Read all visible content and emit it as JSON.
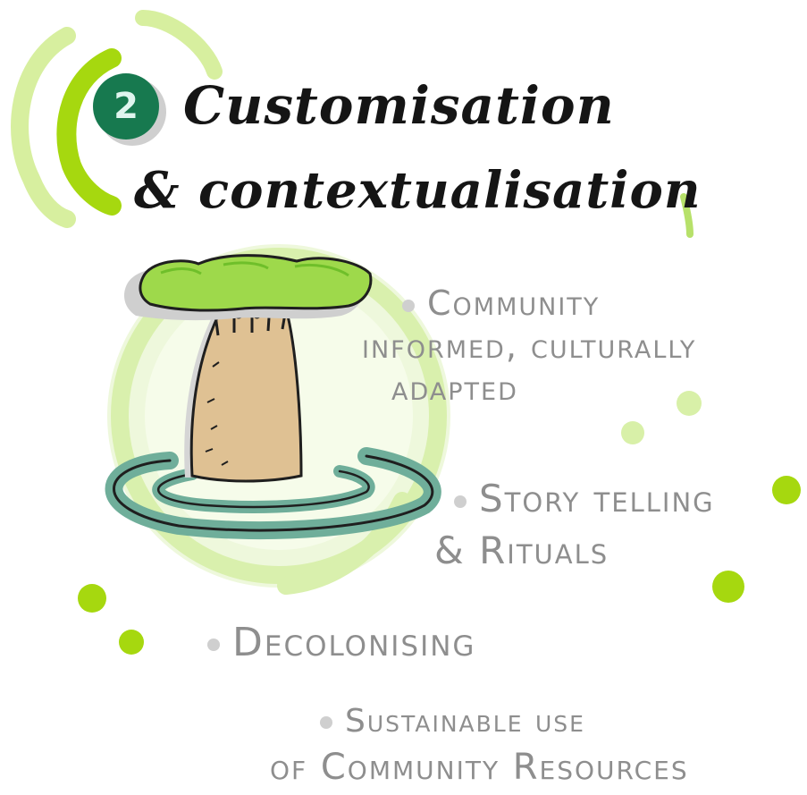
{
  "badge": {
    "number": "2"
  },
  "title": {
    "line1": "Customisation",
    "line2": "& contextualisation"
  },
  "bullets": [
    {
      "lines": [
        "Community",
        "informed, culturally",
        "adapted"
      ]
    },
    {
      "lines": [
        "Story telling",
        "& Rituals"
      ]
    },
    {
      "lines": [
        "Decolonising"
      ]
    },
    {
      "lines": [
        "Sustainable use",
        "of Community Resources"
      ]
    }
  ],
  "colors": {
    "lime": "#a6d80f",
    "pale_lime": "#d8f0a8",
    "badge_green": "#17794f",
    "teal": "#6fae9a",
    "trunk": "#dfc193",
    "canopy": "#9ed94b",
    "text_gray": "#8e8e8e"
  },
  "icons": [
    "baobab-tree-icon",
    "concentric-ripples-icon",
    "number-badge-icon"
  ]
}
